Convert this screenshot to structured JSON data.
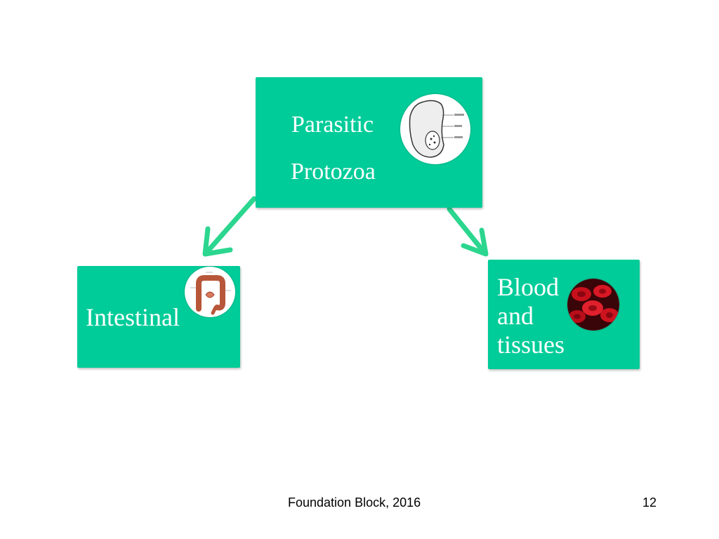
{
  "diagram": {
    "root": {
      "line1": "Parasitic",
      "line2": "Protozoa",
      "image": "protozoan-cell-diagram"
    },
    "children": [
      {
        "label": "Intestinal",
        "image": "intestine-diagram"
      },
      {
        "line1": "Blood",
        "line2": "and",
        "line3": "tissues",
        "image": "red-blood-cells-photo"
      }
    ],
    "box_color": "#00cc99",
    "arrow_color": "#2bd68f"
  },
  "footer": {
    "text": "Foundation Block, 2016",
    "page": "12"
  }
}
